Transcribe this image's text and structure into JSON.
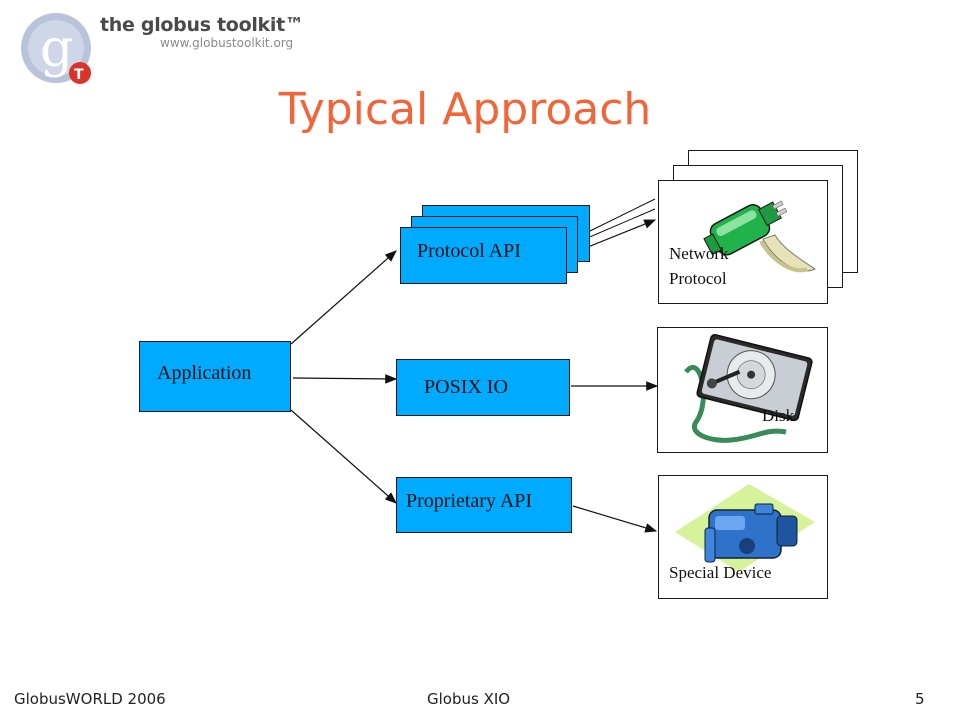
{
  "logo": {
    "name": "the globus toolkit™",
    "url": "www.globustoolkit.org"
  },
  "slide": {
    "title": "Typical Approach"
  },
  "diagram": {
    "application": "Application",
    "protocol_api": "Protocol API",
    "posix_io": "POSIX IO",
    "proprietary_api": "Proprietary API",
    "network_line1": "Network",
    "network_line2": "Protocol",
    "disk": "Disk",
    "special_device": "Special Device"
  },
  "footer": {
    "left": "GlobusWORLD 2006",
    "center": "Globus XIO",
    "page": "5"
  },
  "colors": {
    "title": "#f0663a",
    "box_fill": "#00aaff"
  }
}
